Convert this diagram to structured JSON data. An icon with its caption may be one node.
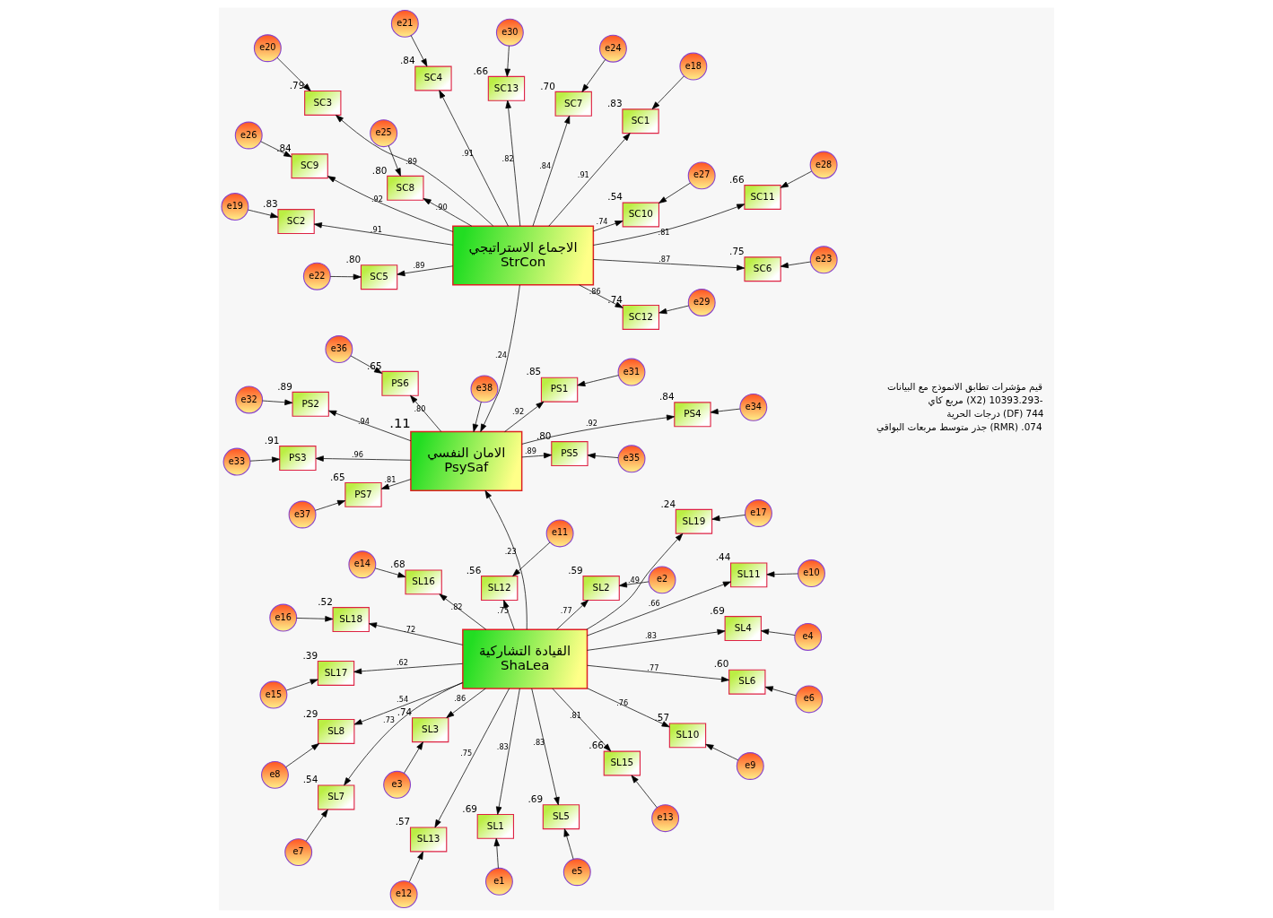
{
  "diagram": {
    "nodes": [
      {
        "text": [
          "القيادة التشاركية",
          "ShaLea"
        ]
      },
      {
        "text": [
          "الامان النفسي",
          "PsySaf"
        ],
        "beside": [
          ".11"
        ]
      },
      {
        "text": [
          "الاجماع الاستراتيجي",
          "StrCon"
        ]
      },
      {
        "text": [
          "e38"
        ]
      },
      {
        "text": [
          "SL1"
        ],
        "beside": [
          ".69"
        ]
      },
      {
        "text": [
          "SL2"
        ],
        "beside": [
          ".59"
        ]
      },
      {
        "text": [
          "SL3"
        ],
        "beside": [
          ".74"
        ]
      },
      {
        "text": [
          "SL4"
        ],
        "beside": [
          ".69"
        ]
      },
      {
        "text": [
          "SL5"
        ],
        "beside": [
          ".69"
        ]
      },
      {
        "text": [
          "SL6"
        ],
        "beside": [
          ".60"
        ]
      },
      {
        "text": [
          "SL7"
        ],
        "beside": [
          ".54"
        ]
      },
      {
        "text": [
          "SL8"
        ],
        "beside": [
          ".29"
        ]
      },
      {
        "text": [
          "SL10"
        ],
        "beside": [
          ".57"
        ]
      },
      {
        "text": [
          "SL11"
        ],
        "beside": [
          ".44"
        ]
      },
      {
        "text": [
          "SL12"
        ],
        "beside": [
          ".56"
        ]
      },
      {
        "text": [
          "SL13"
        ],
        "beside": [
          ".57"
        ]
      },
      {
        "text": [
          "SL15"
        ],
        "beside": [
          ".66"
        ]
      },
      {
        "text": [
          "SL16"
        ],
        "beside": [
          ".68"
        ]
      },
      {
        "text": [
          "SL17"
        ],
        "beside": [
          ".39"
        ]
      },
      {
        "text": [
          "SL18"
        ],
        "beside": [
          ".52"
        ]
      },
      {
        "text": [
          "SL19"
        ],
        "beside": [
          ".24"
        ]
      },
      {
        "text": [
          "e1"
        ]
      },
      {
        "text": [
          "e2"
        ]
      },
      {
        "text": [
          "e3"
        ]
      },
      {
        "text": [
          "e4"
        ]
      },
      {
        "text": [
          "e5"
        ]
      },
      {
        "text": [
          "e6"
        ]
      },
      {
        "text": [
          "e7"
        ]
      },
      {
        "text": [
          "e8"
        ]
      },
      {
        "text": [
          "e9"
        ]
      },
      {
        "text": [
          "e10"
        ]
      },
      {
        "text": [
          "e11"
        ]
      },
      {
        "text": [
          "e12"
        ]
      },
      {
        "text": [
          "e13"
        ]
      },
      {
        "text": [
          "e14"
        ]
      },
      {
        "text": [
          "e15"
        ]
      },
      {
        "text": [
          "e16"
        ]
      },
      {
        "text": [
          "e17"
        ]
      },
      {
        "text": [
          "SC1"
        ],
        "beside": [
          ".83"
        ]
      },
      {
        "text": [
          "SC2"
        ],
        "beside": [
          ".83"
        ]
      },
      {
        "text": [
          "SC3"
        ],
        "beside": [
          ".79"
        ]
      },
      {
        "text": [
          "SC4"
        ],
        "beside": [
          ".84"
        ]
      },
      {
        "text": [
          "SC5"
        ],
        "beside": [
          ".80"
        ]
      },
      {
        "text": [
          "SC6"
        ],
        "beside": [
          ".75"
        ]
      },
      {
        "text": [
          "SC7"
        ],
        "beside": [
          ".70"
        ]
      },
      {
        "text": [
          "SC8"
        ],
        "beside": [
          ".80"
        ]
      },
      {
        "text": [
          "SC9"
        ],
        "beside": [
          ".84"
        ]
      },
      {
        "text": [
          "SC10"
        ],
        "beside": [
          ".54"
        ]
      },
      {
        "text": [
          "SC11"
        ],
        "beside": [
          ".66"
        ]
      },
      {
        "text": [
          "SC12"
        ],
        "beside": [
          ".74"
        ]
      },
      {
        "text": [
          "SC13"
        ],
        "beside": [
          ".66"
        ]
      },
      {
        "text": [
          "e18"
        ]
      },
      {
        "text": [
          "e19"
        ]
      },
      {
        "text": [
          "e20"
        ]
      },
      {
        "text": [
          "e21"
        ]
      },
      {
        "text": [
          "e22"
        ]
      },
      {
        "text": [
          "e23"
        ]
      },
      {
        "text": [
          "e24"
        ]
      },
      {
        "text": [
          "e25"
        ]
      },
      {
        "text": [
          "e26"
        ]
      },
      {
        "text": [
          "e27"
        ]
      },
      {
        "text": [
          "e28"
        ]
      },
      {
        "text": [
          "e29"
        ]
      },
      {
        "text": [
          "e30"
        ]
      },
      {
        "text": [
          "PS1"
        ],
        "beside": [
          ".85"
        ]
      },
      {
        "text": [
          "PS2"
        ],
        "beside": [
          ".89"
        ]
      },
      {
        "text": [
          "PS3"
        ],
        "beside": [
          ".91"
        ]
      },
      {
        "text": [
          "PS4"
        ],
        "beside": [
          ".84"
        ]
      },
      {
        "text": [
          "PS5"
        ],
        "beside": [
          ".80"
        ]
      },
      {
        "text": [
          "PS6"
        ],
        "beside": [
          ".65"
        ]
      },
      {
        "text": [
          "PS7"
        ],
        "beside": [
          ".65"
        ]
      },
      {
        "text": [
          "e31"
        ]
      },
      {
        "text": [
          "e32"
        ]
      },
      {
        "text": [
          "e33"
        ]
      },
      {
        "text": [
          "e34"
        ]
      },
      {
        "text": [
          "e35"
        ]
      },
      {
        "text": [
          "e36"
        ]
      },
      {
        "text": [
          "e37"
        ]
      }
    ],
    "edges": [
      {
        "from": 0,
        "to": 1,
        "arrow": "to",
        "label": ".23"
      },
      {
        "from": 2,
        "to": 1,
        "arrow": "to",
        "label": ".24"
      },
      {
        "from": 3,
        "to": 1,
        "arrow": "to"
      },
      {
        "from": 0,
        "to": 4,
        "arrow": "to",
        "label": ".83"
      },
      {
        "from": 0,
        "to": 5,
        "arrow": "to",
        "label": ".77"
      },
      {
        "from": 0,
        "to": 6,
        "arrow": "to",
        "label": ".86"
      },
      {
        "from": 0,
        "to": 7,
        "arrow": "to",
        "label": ".83"
      },
      {
        "from": 0,
        "to": 8,
        "arrow": "to",
        "label": ".83"
      },
      {
        "from": 0,
        "to": 9,
        "arrow": "to",
        "label": ".77"
      },
      {
        "from": 0,
        "to": 10,
        "arrow": "to",
        "label": ".73"
      },
      {
        "from": 0,
        "to": 11,
        "arrow": "to",
        "label": ".54"
      },
      {
        "from": 0,
        "to": 12,
        "arrow": "to",
        "label": ".76"
      },
      {
        "from": 0,
        "to": 13,
        "arrow": "to",
        "label": ".66"
      },
      {
        "from": 0,
        "to": 14,
        "arrow": "to",
        "label": ".75"
      },
      {
        "from": 0,
        "to": 15,
        "arrow": "to",
        "label": ".75"
      },
      {
        "from": 0,
        "to": 16,
        "arrow": "to",
        "label": ".81"
      },
      {
        "from": 0,
        "to": 17,
        "arrow": "to",
        "label": ".82"
      },
      {
        "from": 0,
        "to": 18,
        "arrow": "to",
        "label": ".62"
      },
      {
        "from": 0,
        "to": 19,
        "arrow": "to",
        "label": ".72"
      },
      {
        "from": 0,
        "to": 20,
        "arrow": "to",
        "label": ".49"
      },
      {
        "from": 21,
        "to": 4,
        "arrow": "to"
      },
      {
        "from": 22,
        "to": 5,
        "arrow": "to"
      },
      {
        "from": 23,
        "to": 6,
        "arrow": "to"
      },
      {
        "from": 24,
        "to": 7,
        "arrow": "to"
      },
      {
        "from": 25,
        "to": 8,
        "arrow": "to"
      },
      {
        "from": 26,
        "to": 9,
        "arrow": "to"
      },
      {
        "from": 27,
        "to": 10,
        "arrow": "to"
      },
      {
        "from": 28,
        "to": 11,
        "arrow": "to"
      },
      {
        "from": 29,
        "to": 12,
        "arrow": "to"
      },
      {
        "from": 30,
        "to": 13,
        "arrow": "to"
      },
      {
        "from": 31,
        "to": 14,
        "arrow": "to"
      },
      {
        "from": 32,
        "to": 15,
        "arrow": "to"
      },
      {
        "from": 33,
        "to": 16,
        "arrow": "to"
      },
      {
        "from": 34,
        "to": 17,
        "arrow": "to"
      },
      {
        "from": 35,
        "to": 18,
        "arrow": "to"
      },
      {
        "from": 36,
        "to": 19,
        "arrow": "to"
      },
      {
        "from": 37,
        "to": 20,
        "arrow": "to"
      },
      {
        "from": 2,
        "to": 38,
        "arrow": "to",
        "label": ".91"
      },
      {
        "from": 2,
        "to": 39,
        "arrow": "to",
        "label": ".91"
      },
      {
        "from": 2,
        "to": 40,
        "arrow": "to",
        "label": ".89"
      },
      {
        "from": 2,
        "to": 41,
        "arrow": "to",
        "label": ".91"
      },
      {
        "from": 2,
        "to": 42,
        "arrow": "to",
        "label": ".89"
      },
      {
        "from": 2,
        "to": 43,
        "arrow": "to",
        "label": ".87"
      },
      {
        "from": 2,
        "to": 44,
        "arrow": "to",
        "label": ".84"
      },
      {
        "from": 2,
        "to": 45,
        "arrow": "to",
        "label": ".90"
      },
      {
        "from": 2,
        "to": 46,
        "arrow": "to",
        "label": ".92"
      },
      {
        "from": 2,
        "to": 47,
        "arrow": "to",
        "label": ".74"
      },
      {
        "from": 2,
        "to": 48,
        "arrow": "to",
        "label": ".81"
      },
      {
        "from": 2,
        "to": 49,
        "arrow": "to",
        "label": ".86"
      },
      {
        "from": 2,
        "to": 50,
        "arrow": "to",
        "label": ".82"
      },
      {
        "from": 51,
        "to": 38,
        "arrow": "to"
      },
      {
        "from": 52,
        "to": 39,
        "arrow": "to"
      },
      {
        "from": 53,
        "to": 40,
        "arrow": "to"
      },
      {
        "from": 54,
        "to": 41,
        "arrow": "to"
      },
      {
        "from": 55,
        "to": 42,
        "arrow": "to"
      },
      {
        "from": 56,
        "to": 43,
        "arrow": "to"
      },
      {
        "from": 57,
        "to": 44,
        "arrow": "to"
      },
      {
        "from": 58,
        "to": 45,
        "arrow": "to"
      },
      {
        "from": 59,
        "to": 46,
        "arrow": "to"
      },
      {
        "from": 60,
        "to": 47,
        "arrow": "to"
      },
      {
        "from": 61,
        "to": 48,
        "arrow": "to"
      },
      {
        "from": 62,
        "to": 49,
        "arrow": "to"
      },
      {
        "from": 63,
        "to": 50,
        "arrow": "to"
      },
      {
        "from": 1,
        "to": 64,
        "arrow": "to",
        "label": ".92"
      },
      {
        "from": 1,
        "to": 65,
        "arrow": "to",
        "label": ".94"
      },
      {
        "from": 1,
        "to": 66,
        "arrow": "to",
        "label": ".96"
      },
      {
        "from": 1,
        "to": 67,
        "arrow": "to",
        "label": ".92"
      },
      {
        "from": 1,
        "to": 68,
        "arrow": "to",
        "label": ".89"
      },
      {
        "from": 1,
        "to": 69,
        "arrow": "to",
        "label": ".80"
      },
      {
        "from": 1,
        "to": 70,
        "arrow": "to",
        "label": ".81"
      },
      {
        "from": 71,
        "to": 64,
        "arrow": "to"
      },
      {
        "from": 72,
        "to": 65,
        "arrow": "to"
      },
      {
        "from": 73,
        "to": 66,
        "arrow": "to"
      },
      {
        "from": 74,
        "to": 67,
        "arrow": "to"
      },
      {
        "from": 75,
        "to": 68,
        "arrow": "to"
      },
      {
        "from": 76,
        "to": 69,
        "arrow": "to"
      },
      {
        "from": 77,
        "to": 70,
        "arrow": "to"
      }
    ],
    "labels": [
      "قيم مؤشرات تطابق الانموذج مع البيانات",
      "مربع كاي (X2) 10393.293-",
      "درجات الحرية (DF) 744",
      "جذر متوسط مربعات البواقي (RMR) .074"
    ]
  }
}
